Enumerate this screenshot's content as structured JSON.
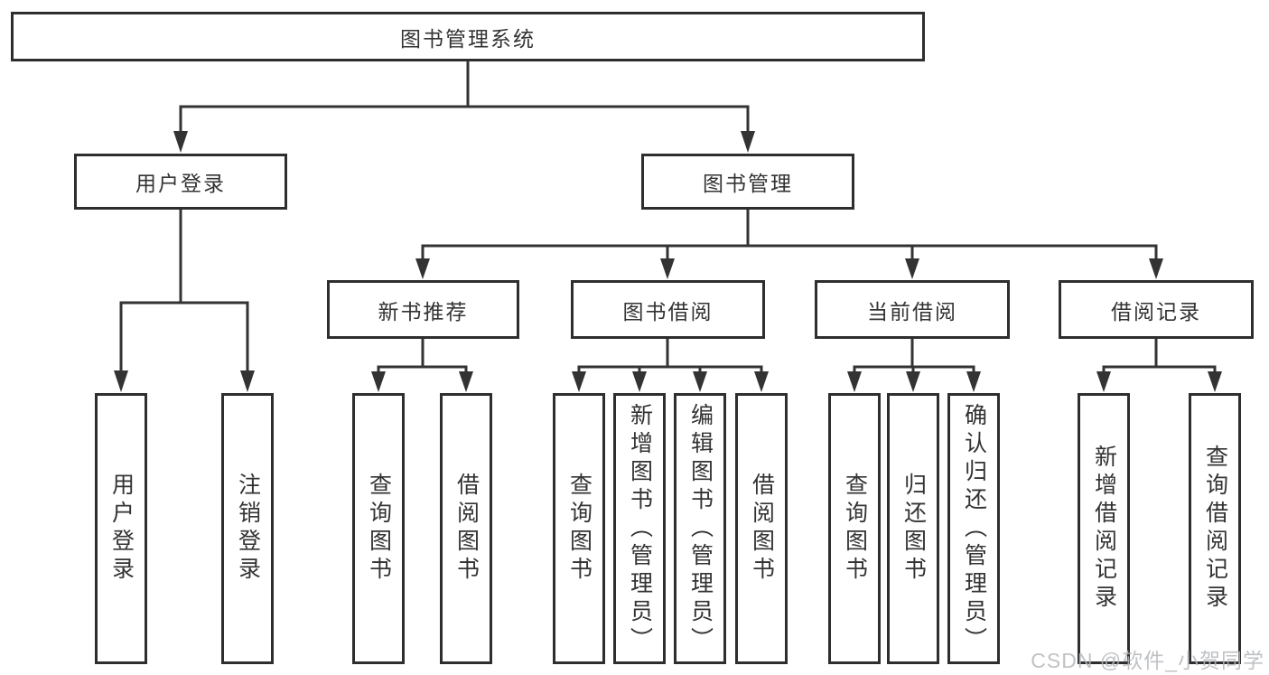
{
  "diagram": {
    "root": {
      "label": "图书管理系统"
    },
    "branches": [
      {
        "label": "用户登录",
        "children": [
          {
            "label": "用户登录"
          },
          {
            "label": "注销登录"
          }
        ]
      },
      {
        "label": "图书管理",
        "children": [
          {
            "label": "新书推荐",
            "children": [
              {
                "label": "查询图书"
              },
              {
                "label": "借阅图书"
              }
            ]
          },
          {
            "label": "图书借阅",
            "children": [
              {
                "label": "查询图书"
              },
              {
                "label": "新增图书（管理员）"
              },
              {
                "label": "编辑图书（管理员）"
              },
              {
                "label": "借阅图书"
              }
            ]
          },
          {
            "label": "当前借阅",
            "children": [
              {
                "label": "查询图书"
              },
              {
                "label": "归还图书"
              },
              {
                "label": "确认归还（管理员）"
              }
            ]
          },
          {
            "label": "借阅记录",
            "children": [
              {
                "label": "新增借阅记录"
              },
              {
                "label": "查询借阅记录"
              }
            ]
          }
        ]
      }
    ]
  },
  "watermark": "CSDN @软件_小贺同学",
  "colors": {
    "line": "#333333",
    "box_border": "#2e2e2e",
    "text": "#333333",
    "background": "#ffffff",
    "watermark": "#b5b8bb"
  }
}
